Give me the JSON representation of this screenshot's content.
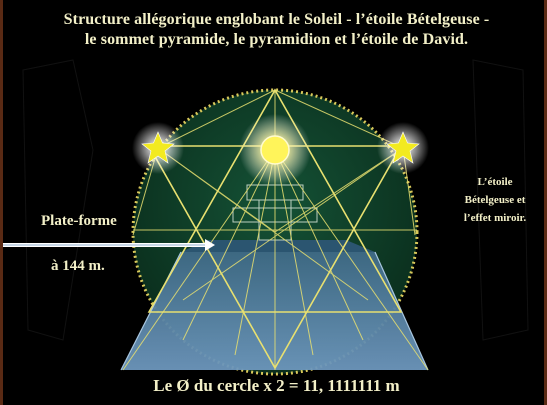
{
  "diagram": {
    "title_line1": "Structure allégorique englobant le Soleil - l’étoile Bételgeuse -",
    "title_line2": "le sommet  pyramide, le pyramidion et l’étoile de David.",
    "side_note_line1": "L’étoile",
    "side_note_line2": "Bételgeuse  et",
    "side_note_line3": "l’effet miroir.",
    "platform_label": "Plate-forme",
    "altitude_label": "à 144  m.",
    "formula": "Le Ø  du cercle  x  2  =  11, 1111111 m"
  },
  "colors": {
    "background": "#000000",
    "frame": "#5a2a14",
    "circle_fill": "#0f3a26",
    "circle_dots": "#d8c85a",
    "lines": "#e8e070",
    "pyramid": "#5b84a8",
    "sun": "#fff45a",
    "stars": "#f2ea20",
    "text": "#f3f0c8"
  },
  "icons": [
    "sun-icon",
    "betelgeuse-star-left-icon",
    "betelgeuse-star-right-icon",
    "arrow-icon"
  ]
}
